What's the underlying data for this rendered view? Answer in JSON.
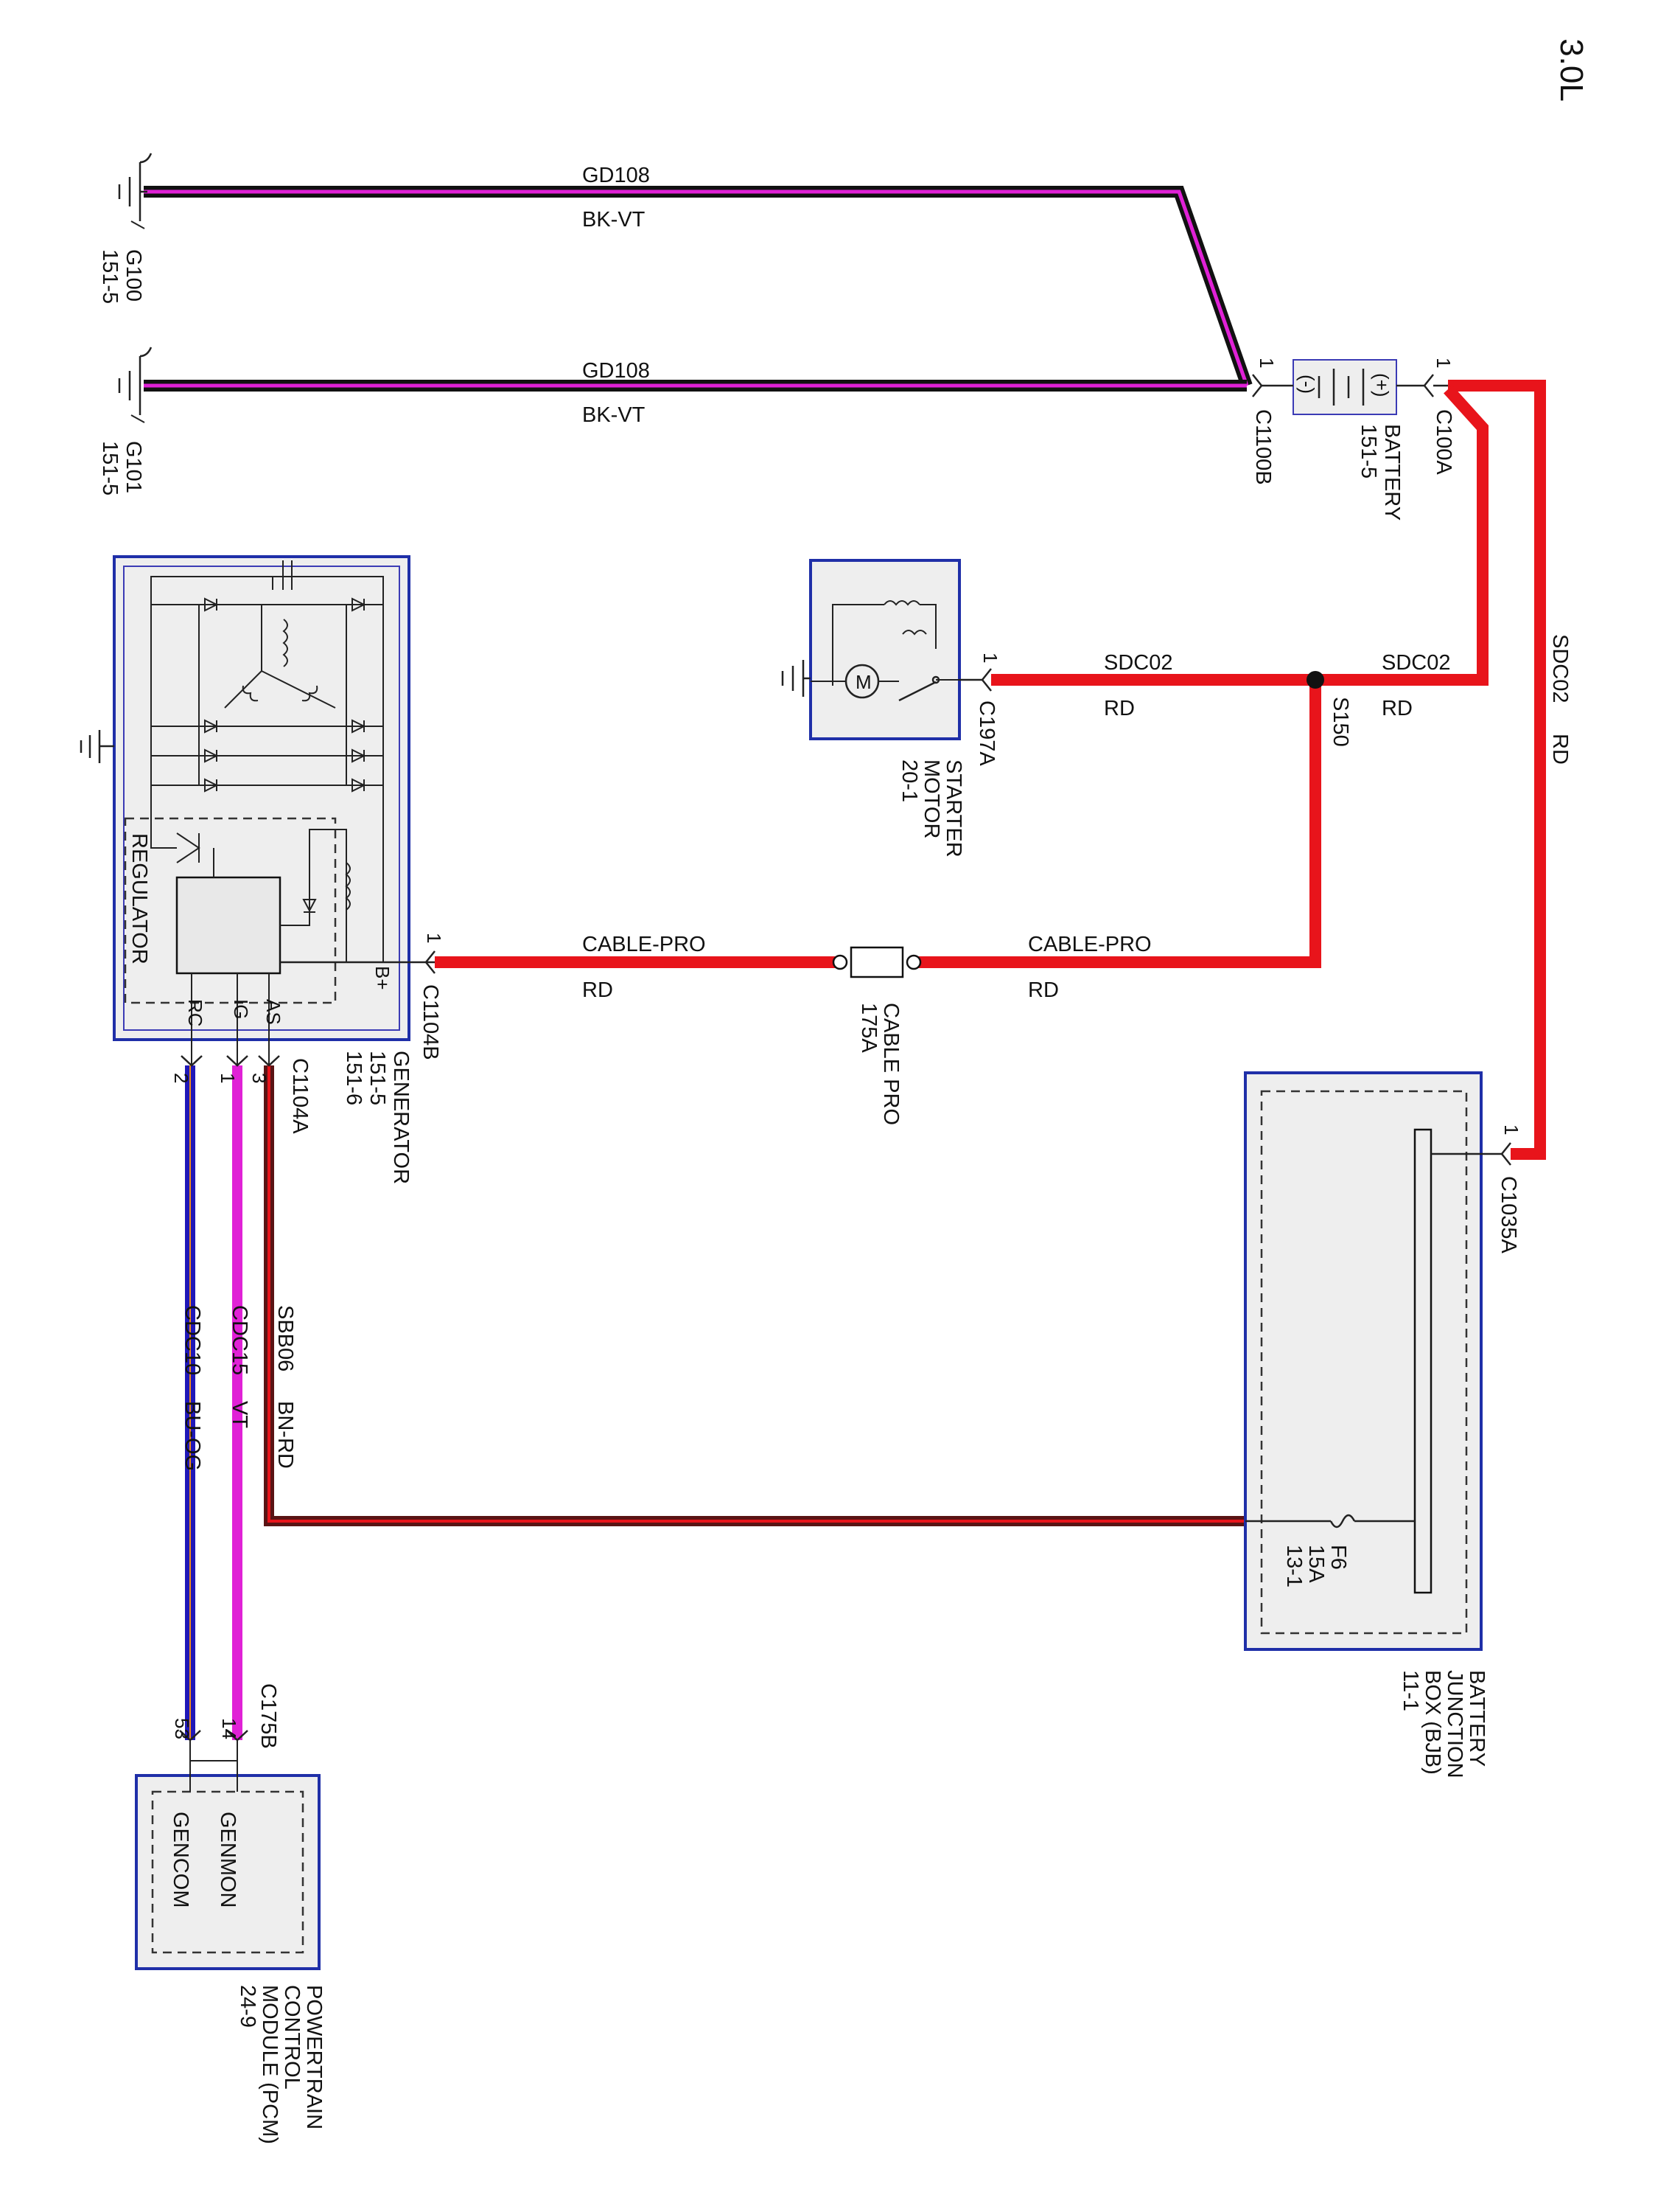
{
  "title": "3.0L",
  "wires": {
    "gd108_top": {
      "circuit": "GD108",
      "color_code": "BK-VT"
    },
    "gd108_bottom": {
      "circuit": "GD108",
      "color_code": "BK-VT"
    },
    "sdc02_right": {
      "circuit": "SDC02",
      "color_code": "RD"
    },
    "sdc02_mid_upper": {
      "circuit": "SDC02",
      "color_code": "RD"
    },
    "sdc02_mid_lower": {
      "circuit": "SDC02",
      "color_code": "RD"
    },
    "cable_pro_upper": {
      "circuit": "CABLE-PRO",
      "color_code": "RD"
    },
    "cable_pro_lower": {
      "circuit": "CABLE-PRO",
      "color_code": "RD"
    },
    "sbb06": {
      "circuit": "SBB06",
      "color_code": "BN-RD"
    },
    "cdc15": {
      "circuit": "CDC15",
      "color_code": "VT"
    },
    "cdc10": {
      "circuit": "CDC10",
      "color_code": "BU-OG"
    }
  },
  "grounds": {
    "g100": {
      "name": "G100",
      "ref": "151-5"
    },
    "g101": {
      "name": "G101",
      "ref": "151-5"
    }
  },
  "battery": {
    "name": "BATTERY",
    "ref": "151-5",
    "neg": "(-)",
    "pos": "(+)",
    "conn_neg": "C1100B",
    "conn_pos": "C100A",
    "pin_neg": "1",
    "pin_pos": "1"
  },
  "splice": {
    "name": "S150"
  },
  "starter": {
    "name_l1": "STARTER",
    "name_l2": "MOTOR",
    "ref": "20-1",
    "conn": "C197A",
    "pin": "1",
    "motor_symbol": "M"
  },
  "fusible": {
    "name": "CABLE PRO",
    "rating": "175A"
  },
  "generator": {
    "name": "GENERATOR",
    "ref1": "151-5",
    "ref2": "151-6",
    "regulator": "REGULATOR",
    "bplus": "B+",
    "rc": "RC",
    "ig": "IG",
    "as": "AS",
    "conn_b": "C1104B",
    "pin_b": "1",
    "conn_a": "C1104A",
    "pin_rc": "2",
    "pin_ig": "1",
    "pin_as": "3"
  },
  "bjb": {
    "name_l1": "BATTERY",
    "name_l2": "JUNCTION",
    "name_l3": "BOX (BJB)",
    "ref": "11-1",
    "conn": "C1035A",
    "pin": "1",
    "fuse": "F6",
    "fuse_rating": "15A",
    "fuse_ref": "13-1"
  },
  "pcm": {
    "name_l1": "POWERTRAIN",
    "name_l2": "CONTROL",
    "name_l3": "MODULE (PCM)",
    "ref": "24-9",
    "conn": "C175B",
    "pin_genmon": "14",
    "pin_gencom": "53",
    "genmon": "GENMON",
    "gencom": "GENCOM"
  },
  "colors": {
    "red": "#e8141b",
    "black": "#111111",
    "violet": "#e021d6",
    "blue": "#2018b8",
    "brown": "#5a1414",
    "box_border": "#1f2fa8"
  }
}
